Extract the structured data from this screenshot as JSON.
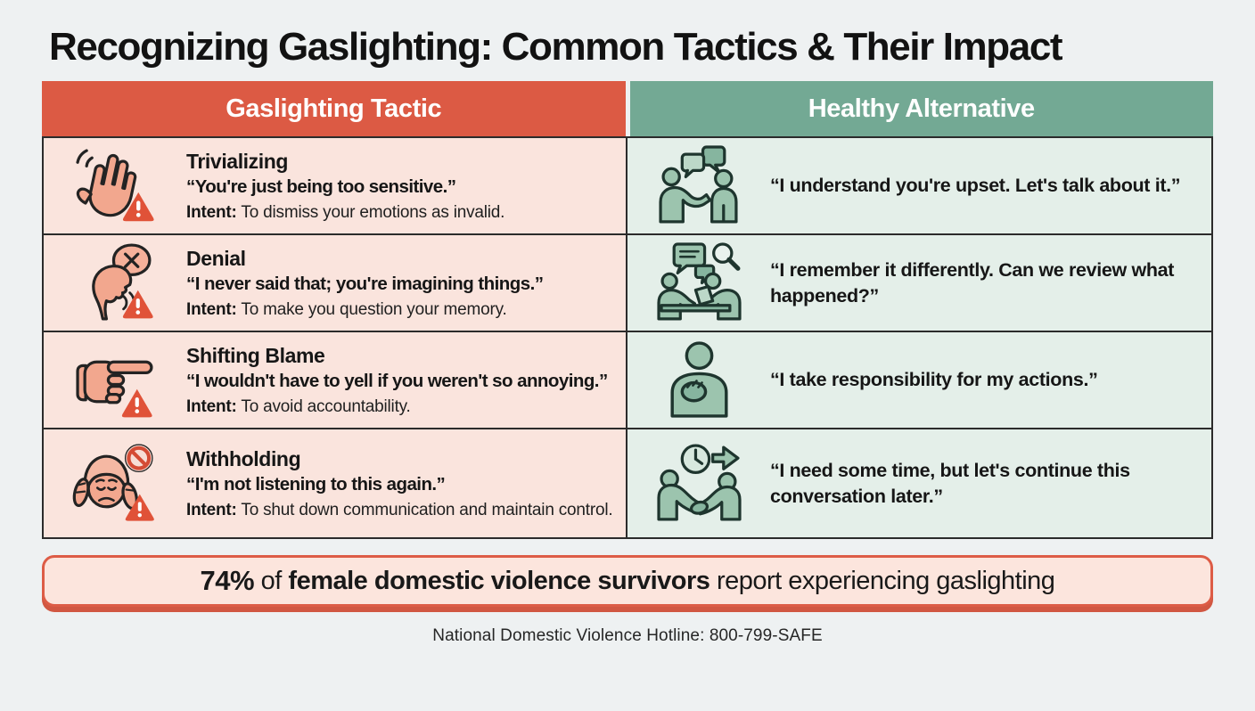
{
  "page": {
    "title": "Recognizing Gaslighting: Common Tactics & Their Impact",
    "footer": "National Domestic Violence Hotline: 800-799-SAFE",
    "background_color": "#eef1f2"
  },
  "table": {
    "columns": [
      {
        "label": "Gaslighting Tactic",
        "header_color": "#dc5a44",
        "cell_color": "#fae4dd"
      },
      {
        "label": "Healthy Alternative",
        "header_color": "#73a994",
        "cell_color": "#e4efe9"
      }
    ],
    "rows": [
      {
        "tactic": {
          "icon": "hand-wave-warning",
          "name": "Trivializing",
          "quote": "“You're just being too sensitive.”",
          "intent_label": "Intent:",
          "intent": "To dismiss your emotions as invalid."
        },
        "alternative": {
          "icon": "people-talking",
          "quote": "“I understand you're upset. Let's talk about it.”"
        }
      },
      {
        "tactic": {
          "icon": "denial-speech-x",
          "name": "Denial",
          "quote": "“I never said that; you're imagining things.”",
          "intent_label": "Intent:",
          "intent": "To make you question your memory."
        },
        "alternative": {
          "icon": "review-discussion",
          "quote": "“I remember it differently. Can we review what happened?”"
        }
      },
      {
        "tactic": {
          "icon": "pointing-finger-warning",
          "name": "Shifting Blame",
          "quote": "“I wouldn't have to yell if you weren't so annoying.”",
          "intent_label": "Intent:",
          "intent": "To avoid accountability."
        },
        "alternative": {
          "icon": "hand-on-chest",
          "quote": "“I take responsibility for my actions.”"
        }
      },
      {
        "tactic": {
          "icon": "covering-ears-blocked",
          "name": "Withholding",
          "quote": "“I'm not listening to this again.”",
          "intent_label": "Intent:",
          "intent": "To shut down communication and maintain control."
        },
        "alternative": {
          "icon": "handshake-time",
          "quote": "“I need some time, but let's continue this conversation later.”"
        }
      }
    ]
  },
  "stat_banner": {
    "segments": [
      {
        "text": "74%",
        "bold": true
      },
      {
        "text": " of ",
        "bold": false
      },
      {
        "text": "female domestic violence survivors",
        "bold": true
      },
      {
        "text": " report experiencing gaslighting",
        "bold": false
      }
    ]
  },
  "colors": {
    "tactic_header": "#dc5a44",
    "alternative_header": "#73a994",
    "tactic_cell": "#fae4dd",
    "alternative_cell": "#e4efe9",
    "table_border": "#2b2b2b",
    "banner_background": "#fce5dd",
    "banner_border": "#dd5c46",
    "banner_shadow": "#d15742",
    "warning_red": "#e05238",
    "icon_salmon": "#f2a78e",
    "icon_green": "#9cc4ae"
  }
}
